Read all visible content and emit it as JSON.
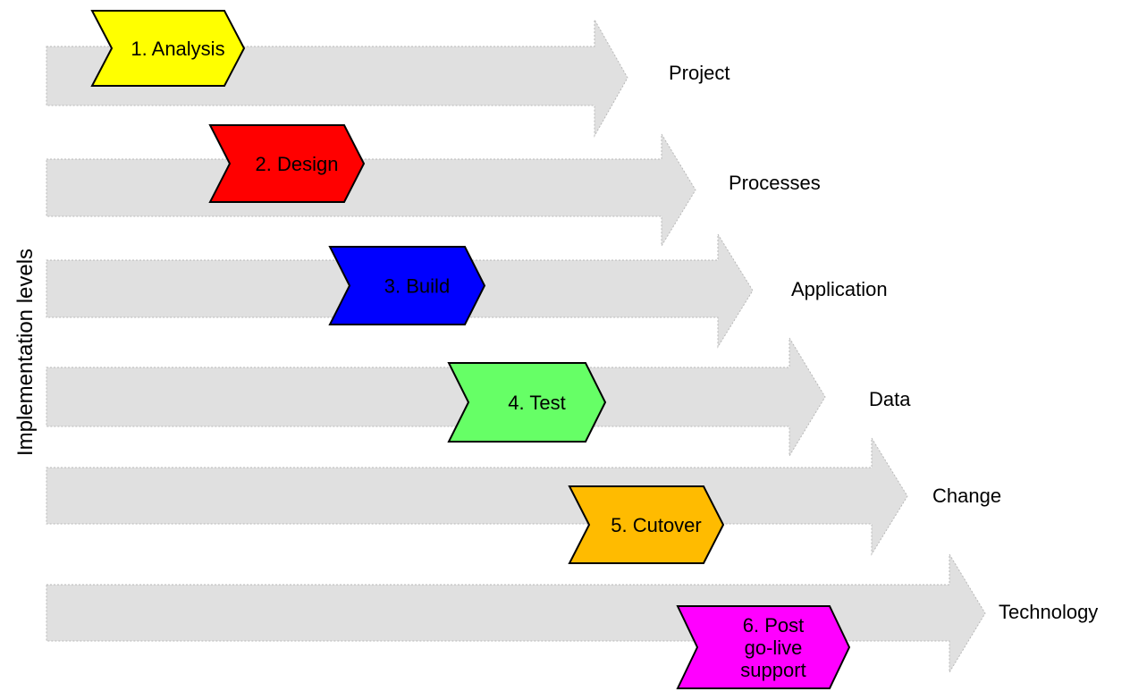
{
  "axis_label": "Implementation levels",
  "lane_color": "#e0e0e0",
  "lane_stroke": "#b8b8b8",
  "levels": [
    {
      "label": "Project"
    },
    {
      "label": "Processes"
    },
    {
      "label": "Application"
    },
    {
      "label": "Data"
    },
    {
      "label": "Change"
    },
    {
      "label": "Technology"
    }
  ],
  "phases": [
    {
      "lines": [
        "1. Analysis"
      ],
      "color": "#ffff00"
    },
    {
      "lines": [
        "2. Design"
      ],
      "color": "#ff0000"
    },
    {
      "lines": [
        "3. Build"
      ],
      "color": "#0000ff"
    },
    {
      "lines": [
        "4. Test"
      ],
      "color": "#66ff66"
    },
    {
      "lines": [
        "5. Cutover"
      ],
      "color": "#ffbb00"
    },
    {
      "lines": [
        "6. Post",
        "go-live",
        "support"
      ],
      "color": "#ff00ff"
    }
  ]
}
